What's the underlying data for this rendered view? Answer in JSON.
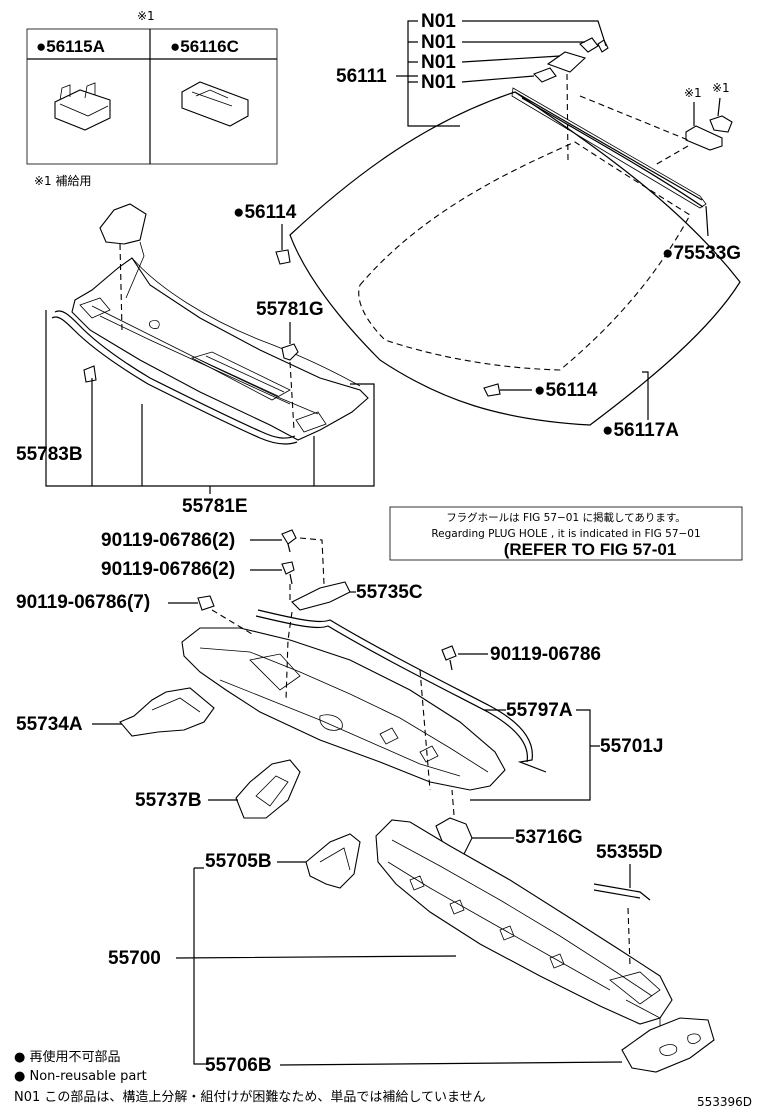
{
  "diagram": {
    "legend_box": {
      "mark": "※1",
      "col1": "●56115A",
      "col2": "●56116C"
    },
    "supply_note": "※1 補給用",
    "callouts": {
      "n01_a": "N01",
      "n01_b": "N01",
      "n01_c": "N01",
      "n01_d": "N01",
      "p56111": "56111",
      "mark_a": "※1",
      "mark_b": "※1",
      "p56114_top": "●56114",
      "p75533g": "●75533G",
      "p55781g": "55781G",
      "p56114_bot": "●56114",
      "p56117a": "●56117A",
      "p55783b": "55783B",
      "p55781e": "55781E",
      "bolt1": "90119-06786(2)",
      "bolt2": "90119-06786(2)",
      "bolt3": "90119-06786(7)",
      "p55735c": "55735C",
      "bolt4": "90119-06786",
      "p55734a": "55734A",
      "p55797a": "55797A",
      "p55701j": "55701J",
      "p55737b": "55737B",
      "p53716g": "53716G",
      "p55705b": "55705B",
      "p55355d": "55355D",
      "p55700": "55700",
      "p55706b": "55706B"
    },
    "refer_box": {
      "line1": "フラグホールは FIG 57−01 に掲載してあります。",
      "line2": "Regarding PLUG HOLE , it is indicated in FIG 57−01",
      "line3": "(REFER TO FIG 57-01"
    },
    "footer": {
      "legend_jp": "● 再使用不可部品",
      "legend_en": "● Non-reusable part",
      "n01_note": "N01  この部品は、構造上分解・組付けが困難なため、単品では補給していません",
      "figure_id": "553396D"
    }
  }
}
